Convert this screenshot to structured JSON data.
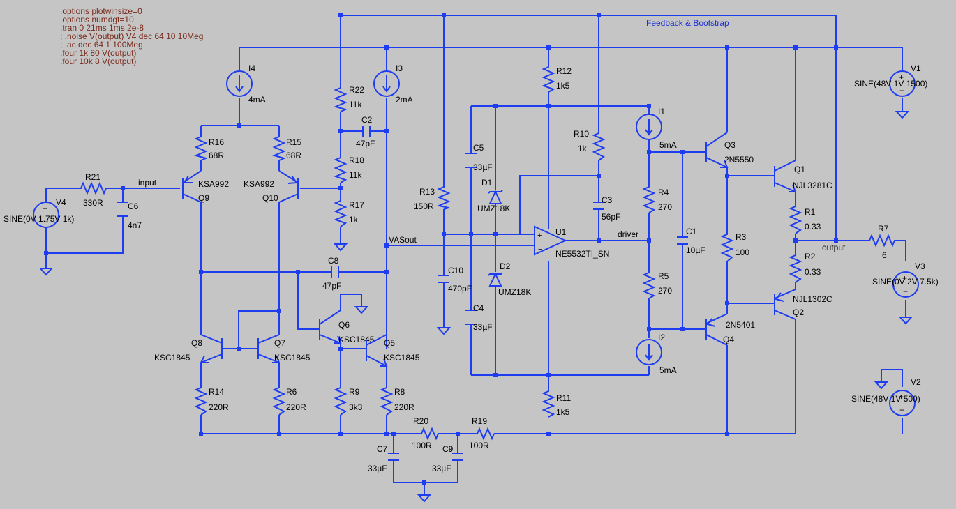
{
  "directives": [
    ".options plotwinsize=0",
    ".options numdgt=10",
    ".tran 0 21ms 1ms 2e-8",
    "; .noise V(output) V4 dec 64 10 10Meg",
    "; .ac dec 64 1 100Meg",
    ".four 1k 80 V(output)",
    ".four 10k 8 V(output)"
  ],
  "title": "Feedback & Bootstrap",
  "nets": {
    "input": "input",
    "vasout": "VASout",
    "driver": "driver",
    "output": "output"
  },
  "components": {
    "I4": {
      "name": "I4",
      "value": "4mA"
    },
    "I3": {
      "name": "I3",
      "value": "2mA"
    },
    "I1": {
      "name": "I1",
      "value": "5mA"
    },
    "I2": {
      "name": "I2",
      "value": "5mA"
    },
    "R16": {
      "name": "R16",
      "value": "68R"
    },
    "R15": {
      "name": "R15",
      "value": "68R"
    },
    "R22": {
      "name": "R22",
      "value": "11k"
    },
    "R18": {
      "name": "R18",
      "value": "11k"
    },
    "R17": {
      "name": "R17",
      "value": "1k"
    },
    "R21": {
      "name": "R21",
      "value": "330R"
    },
    "R13": {
      "name": "R13",
      "value": "150R"
    },
    "R12": {
      "name": "R12",
      "value": "1k5"
    },
    "R10": {
      "name": "R10",
      "value": "1k"
    },
    "R11": {
      "name": "R11",
      "value": "1k5"
    },
    "R4": {
      "name": "R4",
      "value": "270"
    },
    "R5": {
      "name": "R5",
      "value": "270"
    },
    "R3": {
      "name": "R3",
      "value": "100"
    },
    "R1": {
      "name": "R1",
      "value": "0.33"
    },
    "R2": {
      "name": "R2",
      "value": "0.33"
    },
    "R7": {
      "name": "R7",
      "value": "6"
    },
    "R14": {
      "name": "R14",
      "value": "220R"
    },
    "R6": {
      "name": "R6",
      "value": "220R"
    },
    "R9": {
      "name": "R9",
      "value": "3k3"
    },
    "R8": {
      "name": "R8",
      "value": "220R"
    },
    "R20": {
      "name": "R20",
      "value": "100R"
    },
    "R19": {
      "name": "R19",
      "value": "100R"
    },
    "C2": {
      "name": "C2",
      "value": "47pF"
    },
    "C6": {
      "name": "C6",
      "value": "4n7"
    },
    "C8": {
      "name": "C8",
      "value": "47pF"
    },
    "C5": {
      "name": "C5",
      "value": "33µF"
    },
    "C10": {
      "name": "C10",
      "value": "470pF"
    },
    "C4": {
      "name": "C4",
      "value": "33µF"
    },
    "C3": {
      "name": "C3",
      "value": "56pF"
    },
    "C1": {
      "name": "C1",
      "value": "10µF"
    },
    "C7": {
      "name": "C7",
      "value": "33µF"
    },
    "C9": {
      "name": "C9",
      "value": "33µF"
    },
    "D1": {
      "name": "D1",
      "value": "UMZ18K"
    },
    "D2": {
      "name": "D2",
      "value": "UMZ18K"
    },
    "U1": {
      "name": "U1",
      "value": "NE5532TI_SN"
    },
    "Q9": {
      "name": "Q9",
      "value": "KSA992"
    },
    "Q10": {
      "name": "Q10",
      "value": "KSA992"
    },
    "Q8": {
      "name": "Q8",
      "value": "KSC1845"
    },
    "Q7": {
      "name": "Q7",
      "value": "KSC1845"
    },
    "Q6": {
      "name": "Q6",
      "value": "KSC1845"
    },
    "Q5": {
      "name": "Q5",
      "value": "KSC1845"
    },
    "Q3": {
      "name": "Q3",
      "value": "2N5550"
    },
    "Q4": {
      "name": "Q4",
      "value": "2N5401"
    },
    "Q1": {
      "name": "Q1",
      "value": "NJL3281C"
    },
    "Q2": {
      "name": "Q2",
      "value": "NJL1302C"
    },
    "V1": {
      "name": "V1",
      "value": "SINE(48V 1V 1500)"
    },
    "V2": {
      "name": "V2",
      "value": "SINE(48V 1V 500)"
    },
    "V3": {
      "name": "V3",
      "value": "SINE(0V 2V 7.5k)"
    },
    "V4": {
      "name": "V4",
      "value": "SINE(0V 1.75V 1k)"
    }
  },
  "colors": {
    "background": "#c5c5c5",
    "wire": "#1e3cf0",
    "directive": "#7a2a1a",
    "title": "#1a2fd6"
  }
}
